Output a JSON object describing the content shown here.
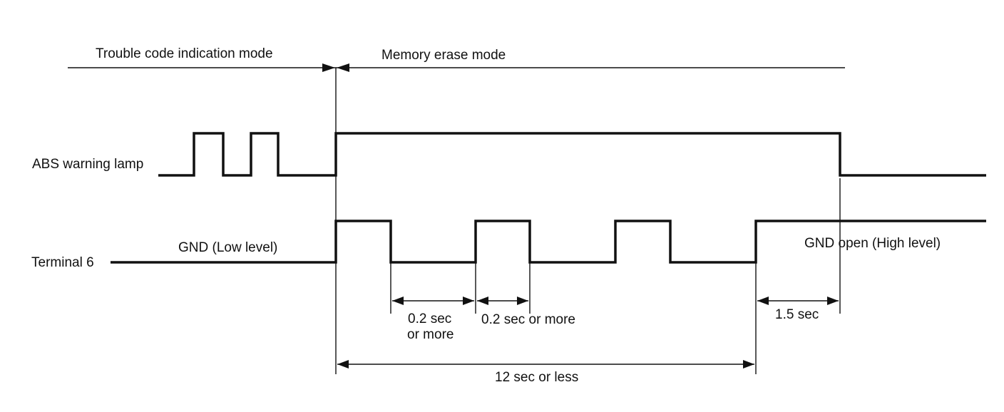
{
  "modes": {
    "trouble_code": "Trouble code indication mode",
    "memory_erase": "Memory erase mode"
  },
  "signals": {
    "abs_lamp": "ABS warning lamp",
    "terminal6": "Terminal 6",
    "gnd_low": "GND (Low level)",
    "gnd_open": "GND open (High level)"
  },
  "timings": {
    "low_time_line1": "0.2 sec",
    "low_time_line2": "or more",
    "high_time": "0.2 sec or more",
    "delay": "1.5 sec",
    "total": "12 sec or less"
  }
}
